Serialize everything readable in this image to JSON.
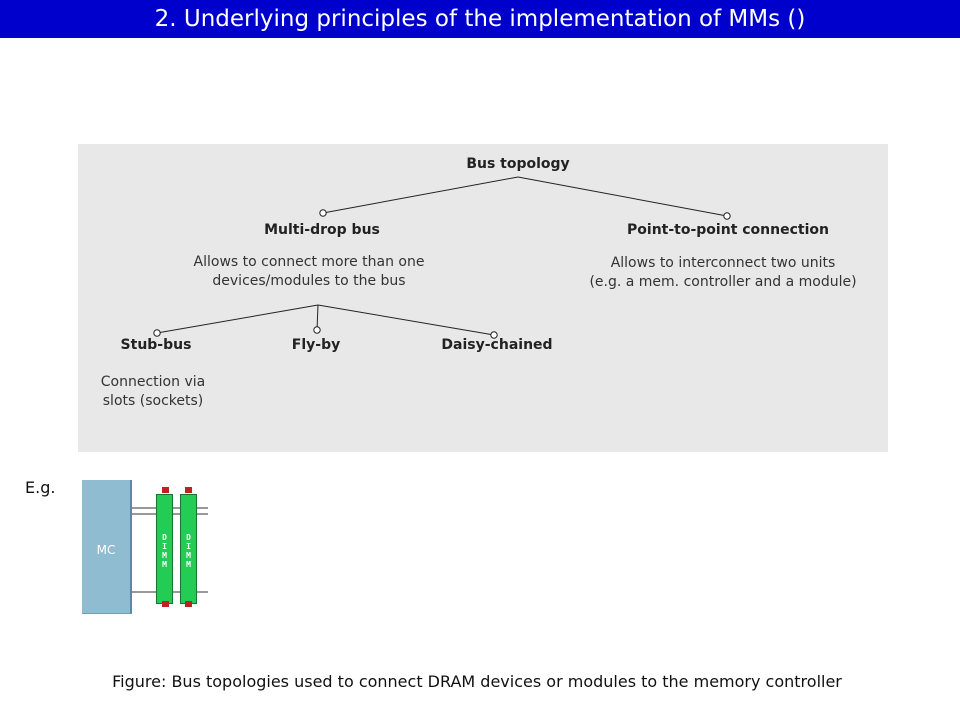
{
  "header": {
    "title": "2. Underlying principles of the implementation of MMs ()"
  },
  "tree": {
    "root": "Bus topology",
    "multi_drop": {
      "label": "Multi-drop bus",
      "desc_line1": "Allows to connect more than one",
      "desc_line2": "devices/modules to the bus"
    },
    "p2p": {
      "label": "Point-to-point connection",
      "desc_line1": "Allows to interconnect two units",
      "desc_line2": "(e.g. a mem. controller and a module)"
    },
    "stub_bus": {
      "label": "Stub-bus",
      "desc_line1": "Connection via",
      "desc_line2": "slots (sockets)"
    },
    "fly_by": {
      "label": "Fly-by"
    },
    "daisy": {
      "label": "Daisy-chained"
    }
  },
  "example": {
    "label": "E.g.",
    "mc_label": "MC",
    "dimm_label": "DIMM"
  },
  "caption": "Figure: Bus topologies used to connect DRAM devices or modules to the memory controller",
  "colors": {
    "title_bar": "#0000cc",
    "panel": "#e8e8e8",
    "mc": "#8fbcd0",
    "dimm": "#22cc55",
    "dimm_pin": "#bb2222"
  }
}
